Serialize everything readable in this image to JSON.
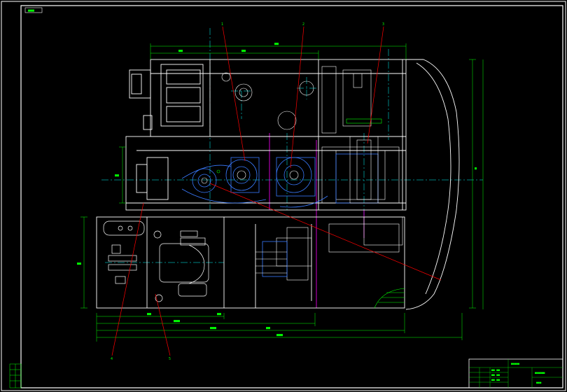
{
  "drawing": {
    "corner_tag": "■■■",
    "dims": {
      "top_overall": "■■",
      "top_segment_a": "■■",
      "top_segment_b": "■■",
      "left_height": "■■",
      "right_height": "■",
      "bottom_1": "■■",
      "bottom_2": "■■",
      "bottom_3": "■■■",
      "bottom_4": "■■",
      "bottom_5": "■■■",
      "bottom_overall": "■■■",
      "cab_height": "■■"
    },
    "balloons": [
      "1",
      "2",
      "3",
      "4",
      "5"
    ],
    "title_block": {
      "title": "■■■■■",
      "drawing_no": "■■■■■■",
      "scale": "■■■",
      "rows": [
        "■■ ■■",
        "■■ ■■",
        "■■ ■■"
      ]
    },
    "colors": {
      "frame": "#ffffff",
      "outline": "#ffffff",
      "dimension": "#00ff00",
      "centerline": "#00ffff",
      "leader": "#ff0000",
      "section": "#ff00ff",
      "part_blue": "#3a7bff"
    }
  }
}
